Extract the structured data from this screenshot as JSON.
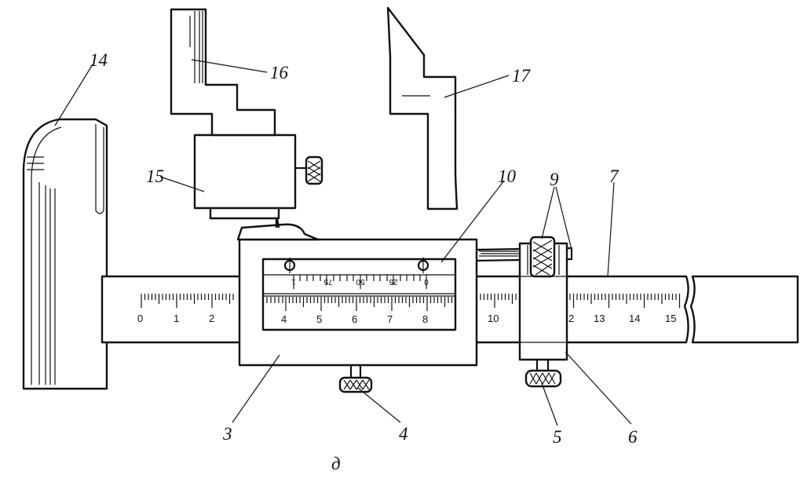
{
  "figure": {
    "caption": "д",
    "callouts": [
      {
        "id": "part-14-label",
        "text": "14"
      },
      {
        "id": "part-16-label",
        "text": "16"
      },
      {
        "id": "part-17-label",
        "text": "17"
      },
      {
        "id": "part-15-label",
        "text": "15"
      },
      {
        "id": "part-10-label",
        "text": "10"
      },
      {
        "id": "part-9-label",
        "text": "9"
      },
      {
        "id": "part-7-label",
        "text": "7"
      },
      {
        "id": "part-3-label",
        "text": "3"
      },
      {
        "id": "part-4-label",
        "text": "4"
      },
      {
        "id": "part-5-label",
        "text": "5"
      },
      {
        "id": "part-6-label",
        "text": "6"
      }
    ],
    "beam_scale": {
      "left_numbers": [
        "0",
        "1",
        "2"
      ],
      "window_numbers": [
        "4",
        "5",
        "6",
        "7",
        "8"
      ],
      "mid_numbers": [
        "10"
      ],
      "right_numbers": [
        "2",
        "13",
        "14",
        "15"
      ]
    },
    "vernier_scale": {
      "numbers": [
        "1",
        "75",
        "50",
        "25",
        "0"
      ]
    }
  }
}
